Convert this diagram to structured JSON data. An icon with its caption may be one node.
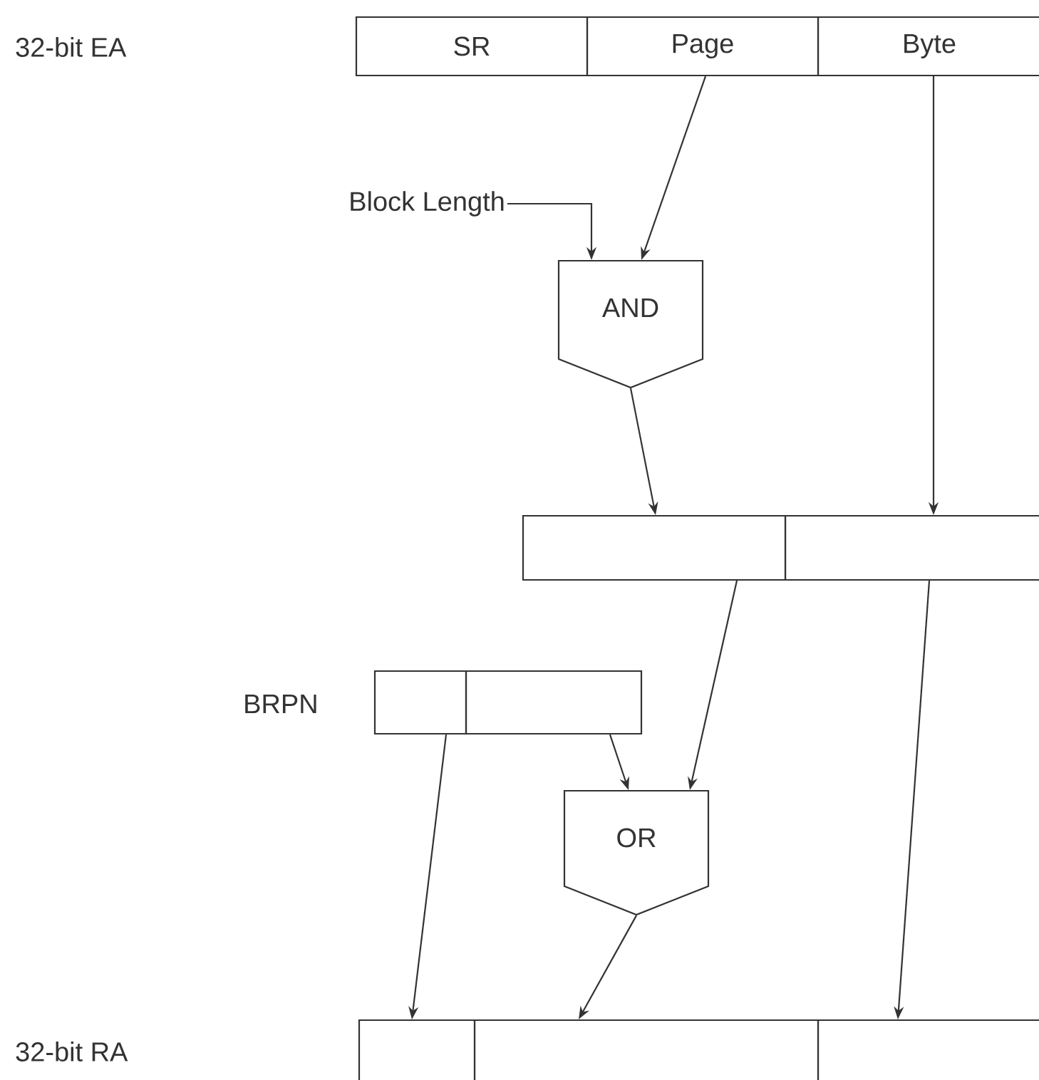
{
  "diagram": {
    "nodes": [
      {
        "text": [
          "SR"
        ]
      },
      {
        "text": [
          "Page"
        ]
      },
      {
        "text": [
          "Byte"
        ]
      },
      {
        "text": [
          "Block Length"
        ]
      },
      {
        "text": [
          "AND"
        ]
      },
      {
        "text": [],
        "shape": "box"
      },
      {
        "text": [],
        "shape": "box"
      },
      {
        "text": [],
        "shape": "box"
      },
      {
        "text": [],
        "shape": "box"
      },
      {
        "text": [
          "OR"
        ]
      },
      {
        "text": [],
        "shape": "box"
      },
      {
        "text": [],
        "shape": "box"
      },
      {
        "text": [],
        "shape": "box"
      }
    ],
    "edges": [
      {
        "from": 1,
        "to": 4,
        "arrow": "to"
      },
      {
        "from": 3,
        "to": 4,
        "arrow": "to"
      },
      {
        "from": 2,
        "to": 6,
        "arrow": "to"
      },
      {
        "from": 4,
        "to": 5,
        "arrow": "to"
      },
      {
        "from": 5,
        "to": 9,
        "arrow": "to"
      },
      {
        "from": 8,
        "to": 9,
        "arrow": "to"
      },
      {
        "from": 7,
        "to": 10,
        "arrow": "to"
      },
      {
        "from": 9,
        "to": 11,
        "arrow": "to"
      },
      {
        "from": 6,
        "to": 12,
        "arrow": "to"
      }
    ],
    "labels": [
      "32-bit EA",
      "BRPN",
      "32-bit RA"
    ]
  }
}
